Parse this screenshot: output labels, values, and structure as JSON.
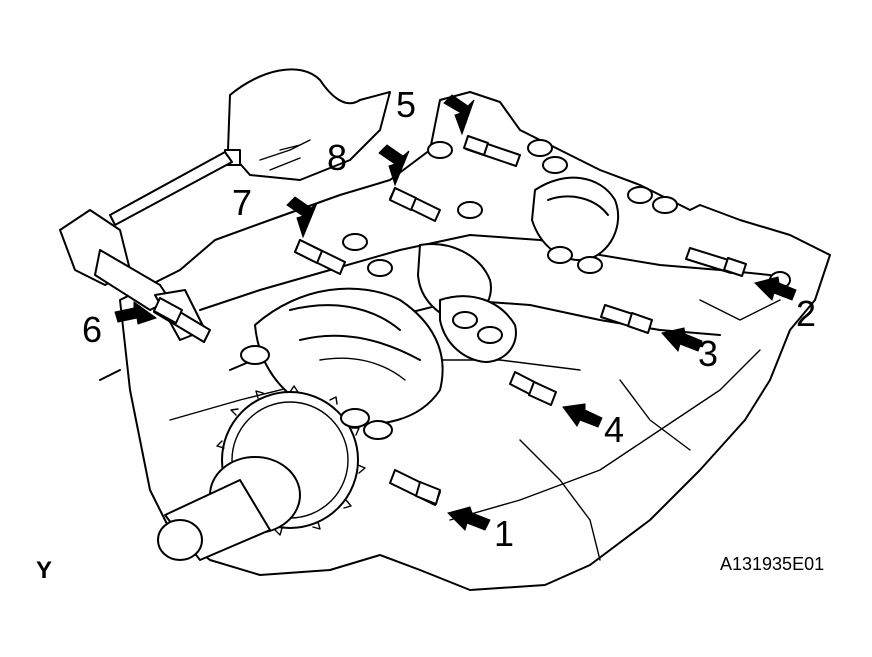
{
  "figure": {
    "corner_label": "Y",
    "figure_id": "A131935E01",
    "callouts": [
      {
        "number": "1"
      },
      {
        "number": "2"
      },
      {
        "number": "3"
      },
      {
        "number": "4"
      },
      {
        "number": "5"
      },
      {
        "number": "6"
      },
      {
        "number": "7"
      },
      {
        "number": "8"
      }
    ]
  }
}
